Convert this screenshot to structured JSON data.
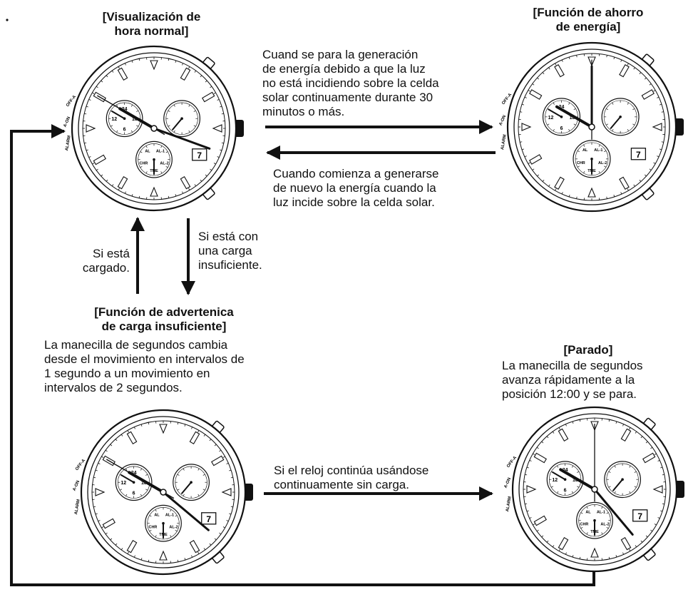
{
  "states": {
    "normal": {
      "title_line1": "[Visualización de",
      "title_line2": "hora normal]"
    },
    "saving": {
      "title_line1": "[Función de ahorro",
      "title_line2": "de energía]"
    },
    "warning": {
      "title_line1": "[Función de advertenica",
      "title_line2": "de carga insuficiente]",
      "desc": [
        "La manecilla de segundos cambia",
        "desde el movimiento en intervalos de",
        "1 segundo a un movimiento en",
        "intervalos de 2 segundos."
      ]
    },
    "stopped": {
      "title": "[Parado]",
      "desc": [
        "La manecilla de segundos",
        "avanza rápidamente a la",
        "posición 12:00 y se para."
      ]
    }
  },
  "transitions": {
    "normal_to_saving": [
      "Cuand se para la generación",
      "de energía debido a que la luz",
      "no está incidiendo sobre la celda",
      "solar continuamente durante 30",
      "minutos o más."
    ],
    "saving_to_normal": [
      "Cuando comienza a generarse",
      "de nuevo la energía cuando la",
      "luz incide sobre la celda solar."
    ],
    "normal_to_warning": [
      "Si está con",
      "una carga",
      "insuficiente."
    ],
    "warning_to_normal": [
      "Si está",
      "cargado."
    ],
    "warning_to_stopped": [
      "Si el reloj continúa usándose",
      "continuamente sin carga."
    ]
  },
  "watch_face": {
    "date": "7",
    "subdial_left": [
      "24",
      "18",
      "6",
      "12"
    ],
    "subdial_bottom": [
      "TME",
      "CHR",
      "AL",
      "AL-1",
      "AL-2"
    ],
    "side_labels": [
      "ALARM",
      "A-ON",
      "OFF-A"
    ]
  }
}
